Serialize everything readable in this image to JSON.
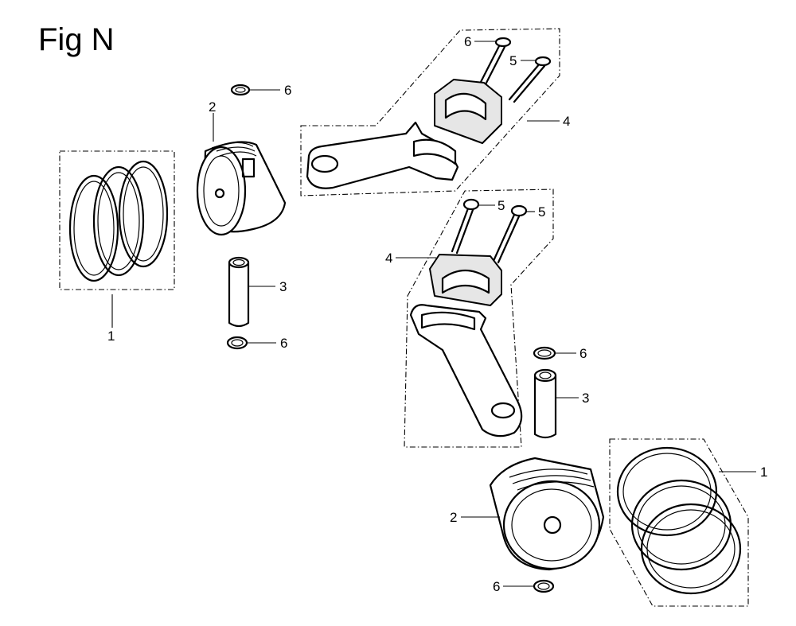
{
  "figure": {
    "title": "Fig N",
    "callouts": [
      {
        "id": "ring-set-left",
        "text": "1"
      },
      {
        "id": "piston-left",
        "text": "2"
      },
      {
        "id": "piston-pin-left",
        "text": "3"
      },
      {
        "id": "clip-top-left",
        "text": "6"
      },
      {
        "id": "clip-bottom-left",
        "text": "6"
      },
      {
        "id": "bolt-top-1",
        "text": "6"
      },
      {
        "id": "bolt-top-2",
        "text": "5"
      },
      {
        "id": "rod-top",
        "text": "4"
      },
      {
        "id": "bolt-mid-1",
        "text": "5"
      },
      {
        "id": "bolt-mid-2",
        "text": "5"
      },
      {
        "id": "rod-mid",
        "text": "4"
      },
      {
        "id": "clip-right-top",
        "text": "6"
      },
      {
        "id": "piston-pin-right",
        "text": "3"
      },
      {
        "id": "ring-set-right",
        "text": "1"
      },
      {
        "id": "piston-right",
        "text": "2"
      },
      {
        "id": "clip-right-bottom",
        "text": "6"
      }
    ]
  },
  "colors": {
    "ink": "#000000",
    "paper": "#ffffff",
    "shade": "#e6e6e6"
  }
}
